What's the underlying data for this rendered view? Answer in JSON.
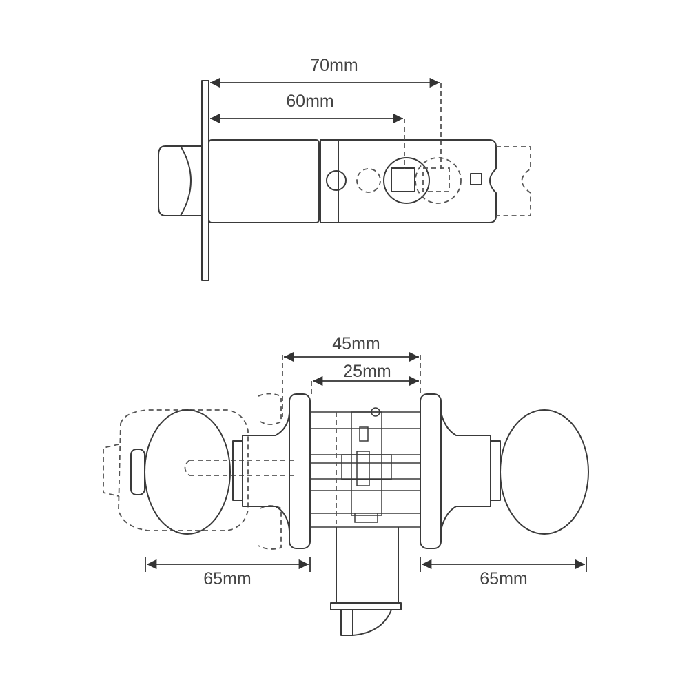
{
  "latch_view": {
    "dim_outer": "70mm",
    "dim_inner": "60mm"
  },
  "knob_view": {
    "dim_outer": "45mm",
    "dim_inner": "25mm",
    "dim_left_knob": "65mm",
    "dim_right_knob": "65mm"
  }
}
